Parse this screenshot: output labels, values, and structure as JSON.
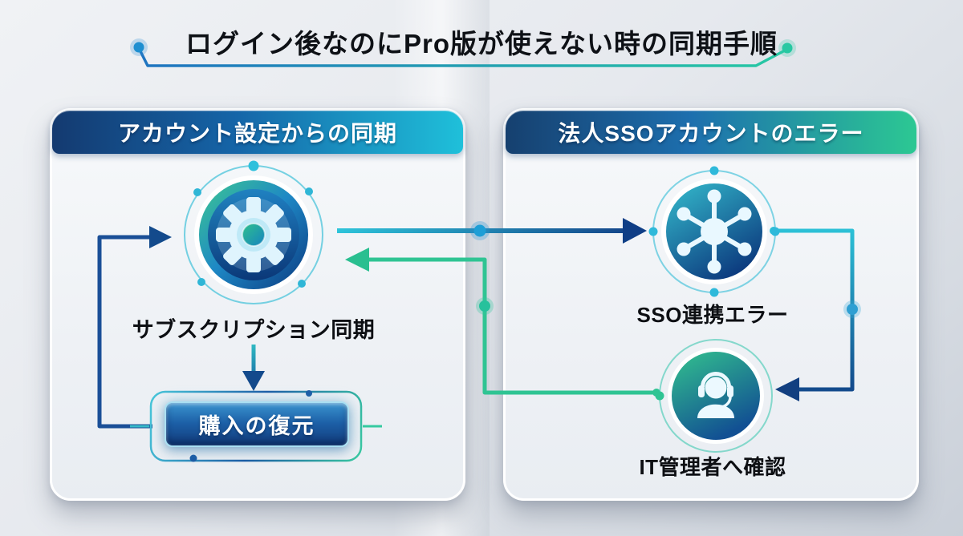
{
  "title": "ログイン後なのにPro版が使えない時の同期手順",
  "left_panel": {
    "header": "アカウント設定からの同期",
    "gear_label": "サブスクリプション同期",
    "restore_button": "購入の復元"
  },
  "right_panel": {
    "header": "法人SSOアカウントのエラー",
    "sso_label": "SSO連携エラー",
    "it_label": "IT管理者へ確認"
  },
  "icons": {
    "gear": "gear-icon",
    "sso": "network-hub-icon",
    "support": "headset-agent-icon"
  },
  "edges": [
    {
      "from": "subscription-sync",
      "to": "sso-error",
      "color": "cyan-to-navy"
    },
    {
      "from": "it-admin-check",
      "to": "subscription-sync",
      "color": "teal"
    },
    {
      "from": "restore-purchase",
      "to": "subscription-sync",
      "color": "navy"
    },
    {
      "from": "subscription-sync",
      "to": "restore-purchase",
      "color": "teal-to-navy"
    },
    {
      "from": "sso-error",
      "to": "it-admin-check",
      "color": "cyan-to-navy"
    }
  ],
  "colors": {
    "header_left_start": "#143a70",
    "header_left_end": "#1fc0da",
    "header_right_start": "#16406f",
    "header_right_end": "#2cc893",
    "arrow_navy": "#123f86",
    "arrow_teal": "#2fc493",
    "accent_cyan": "#2ec4da",
    "badge_green": "#3dc891",
    "badge_blue": "#0b3a80"
  }
}
